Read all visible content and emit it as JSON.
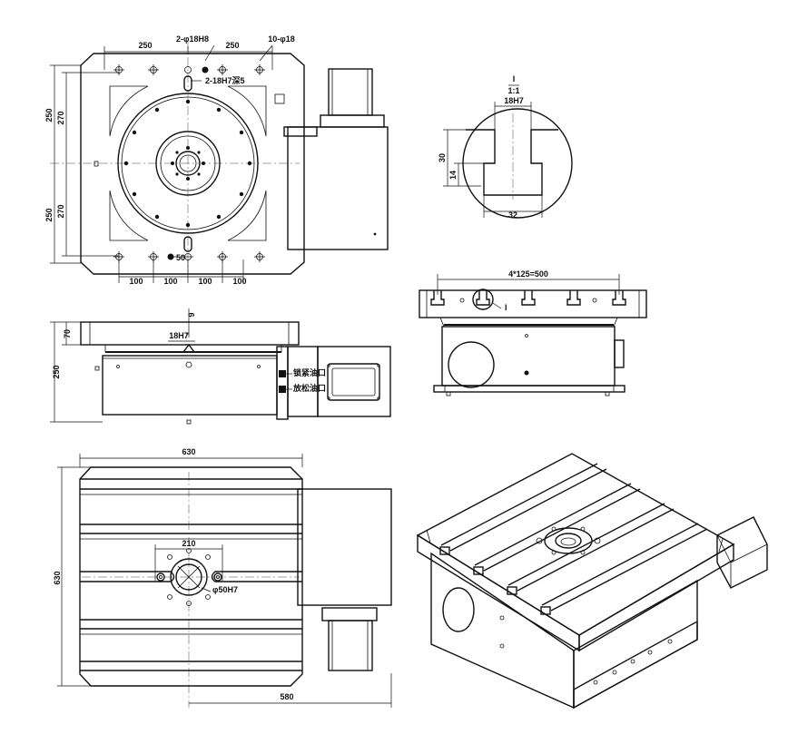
{
  "labels": {
    "top_250_left": "250",
    "top_250_right": "250",
    "hole_2_18h8": "2-φ18H8",
    "hole_10_18": "10-φ18",
    "slot_2_18h7": "2-18H7深5",
    "left_250_top": "250",
    "left_270_top": "270",
    "left_250_bottom": "250",
    "left_270_bottom": "270",
    "bottom_50": "50",
    "bottom_100_1": "100",
    "bottom_100_2": "100",
    "bottom_100_3": "100",
    "bottom_100_4": "100",
    "detail_fraction_top": "I",
    "detail_fraction_bottom": "1:1",
    "detail_18h7": "18H7",
    "detail_30": "30",
    "detail_14": "14",
    "detail_32": "32",
    "side_9": "9",
    "side_18h7": "18H7",
    "side_70": "70",
    "side_250": "250",
    "port_upper": "锁紧油口",
    "port_lower": "放松油口",
    "front_4x125": "4*125=500",
    "front_callout": "I",
    "plan_630_top": "630",
    "plan_630_left": "630",
    "plan_210": "210",
    "plan_50h7": "φ50H7",
    "plan_580": "580"
  }
}
